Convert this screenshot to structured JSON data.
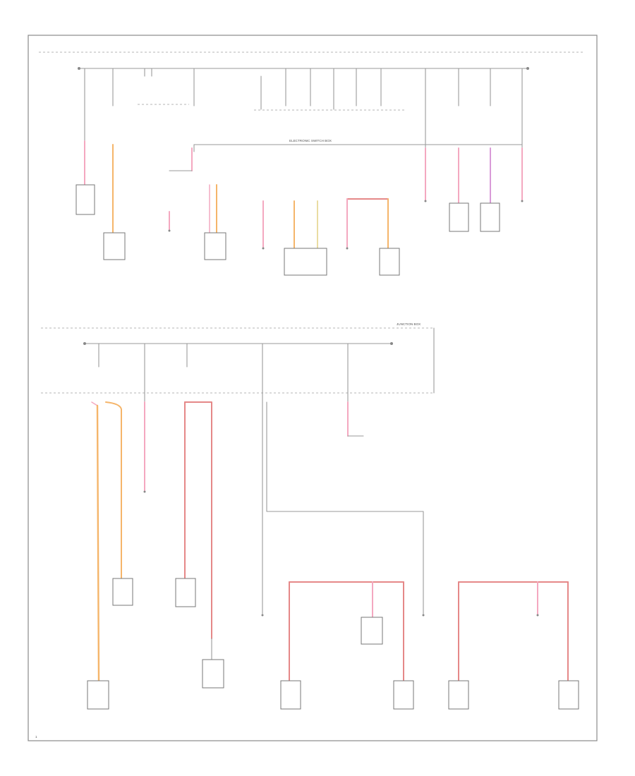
{
  "colors": {
    "pink": "#f4a8c0",
    "red": "#e58888",
    "orange": "#f5b56a",
    "yellow": "#e9dca2",
    "violet": "#d99ad8",
    "wire_black": "#9a9a9a"
  },
  "icons": {
    "ground": "ground-icon",
    "connector": "connector-box-icon",
    "splice": "splice-dot-icon"
  },
  "labels": {
    "upper_bus": "ELECTRONIC SWITCH BOX",
    "lower_box": "JUNCTION BOX",
    "page_no": "1"
  }
}
